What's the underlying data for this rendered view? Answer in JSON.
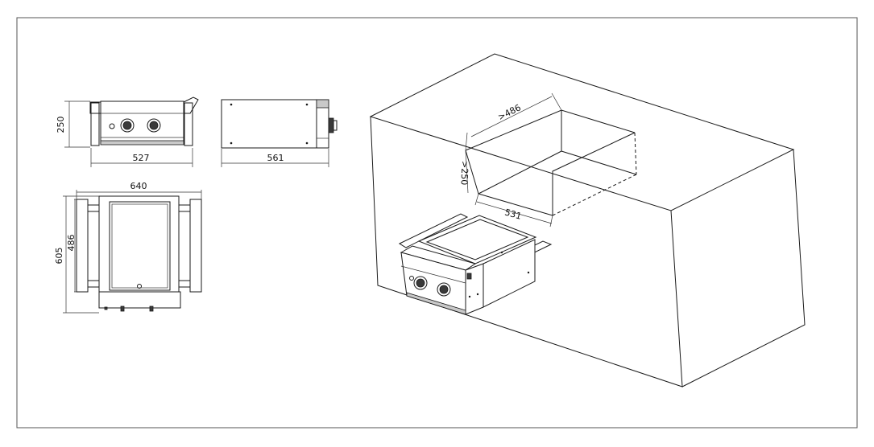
{
  "dimensions": {
    "front_height": "250",
    "front_width": "527",
    "side_width": "561",
    "top_width": "640",
    "top_depth_outer": "605",
    "top_depth_inner": "486",
    "cutout_depth": ">486",
    "cutout_height": ">250",
    "cutout_width": "531"
  },
  "colors": {
    "line": "#1a1a1a",
    "background": "#ffffff",
    "frame": "#555555"
  }
}
